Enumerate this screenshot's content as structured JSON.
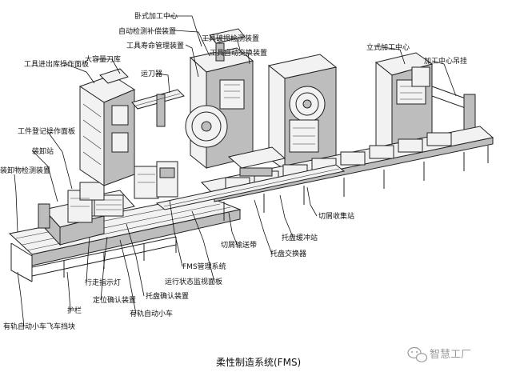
{
  "caption": "柔性制造系统(FMS)",
  "watermark": "智慧工厂",
  "labels": {
    "horizontal_mc": "卧式加工中心",
    "auto_sensor": "自动检测补偿装置",
    "tool_life": "工具寿命管理装置",
    "tool_breakage": "工具破损检测装置",
    "tool_auto_change": "工具自动交换装置",
    "big_magazine": "大容量刀库",
    "tool_io": "工具进出库操作面板",
    "tool_transfer": "运刀器",
    "vertical_mc": "立式加工中心",
    "mc_hoist": "加工中心吊挂",
    "workpiece_reg": "工件登记操作面板",
    "loader": "装卸站",
    "load_check": "装卸物检测装置",
    "chip_collect": "切屑收集站",
    "pallet_buffer": "托盘缓冲站",
    "chip_conveyor": "切屑输送带",
    "pallet_exchange": "托盘交换器",
    "fms_mgmt": "FMS管理系统",
    "status_panel": "运行状态监视面板",
    "travel_light": "行走指示灯",
    "pallet_confirm": "托盘确认装置",
    "position_confirm": "定位确认装置",
    "guard": "护栏",
    "rgv": "有轨自动小车",
    "rgv_block": "有轨自动小车飞车挡块"
  }
}
